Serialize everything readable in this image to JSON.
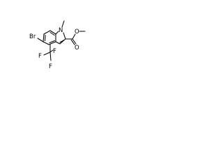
{
  "molecule": {
    "atoms": {
      "br": "Br",
      "n1": "N",
      "o_ester": "O",
      "o_carbonyl": "O",
      "f_top": "F",
      "f_left": "F",
      "f_bottom": "F"
    },
    "colors": {
      "bond": "#000000",
      "label": "#000000",
      "background": "#ffffff"
    }
  }
}
